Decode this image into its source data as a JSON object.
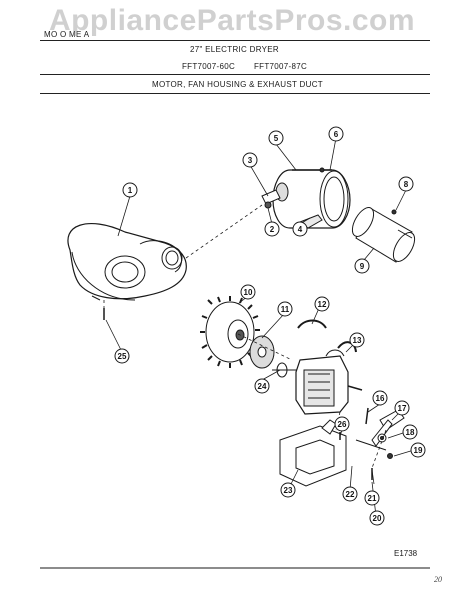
{
  "watermark": "AppliancePartsPros.com",
  "header": {
    "section": "MOTOR, FAN HOUSING & EXHAUST DUCT",
    "product": "27\" ELECTRIC DRYER",
    "model_1": "FFT7007-60C",
    "model_2": "FFT7007-87C",
    "section_top": "MO    O  ME    A"
  },
  "diagram_id": "E1738",
  "handwritten_mark": "20",
  "callouts": [
    "1",
    "2",
    "3",
    "4",
    "5",
    "6",
    "8",
    "9",
    "10",
    "11",
    "12",
    "13",
    "16",
    "17",
    "18",
    "19",
    "20",
    "21",
    "22",
    "23",
    "24",
    "25",
    "26"
  ],
  "colors": {
    "ink": "#1a1a1a",
    "watermark": "#9a9a9a",
    "paper": "#ffffff"
  }
}
